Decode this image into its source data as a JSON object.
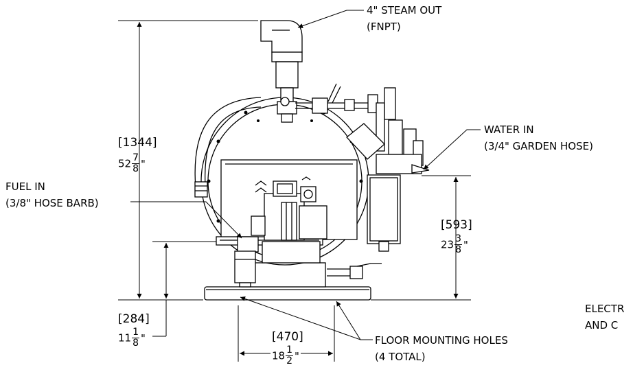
{
  "labels": {
    "steam_out": {
      "line1": "4\" STEAM OUT",
      "line2": "(FNPT)"
    },
    "water_in": {
      "line1": "WATER IN",
      "line2": "(3/4\" GARDEN HOSE)"
    },
    "fuel_in": {
      "line1": "FUEL IN",
      "line2": "(3/8\" HOSE BARB)"
    },
    "floor_mounting": {
      "line1": "FLOOR MOUNTING HOLES",
      "line2": "(4 TOTAL)"
    },
    "electrical_partial": {
      "line1": "ELECTR",
      "line2": "AND C"
    }
  },
  "dimensions": {
    "overall_height": {
      "mm": "[1344]",
      "whole": "52",
      "num": "7",
      "den": "8",
      "unit": "\""
    },
    "water_inlet_height": {
      "mm": "[593]",
      "whole": "23",
      "num": "3",
      "den": "8",
      "unit": "\""
    },
    "fuel_inlet_height": {
      "mm": "[284]",
      "whole": "11",
      "num": "1",
      "den": "8",
      "unit": "\""
    },
    "mounting_hole_spacing": {
      "mm": "[470]",
      "whole": "18",
      "num": "1",
      "den": "2",
      "unit": "\""
    }
  }
}
